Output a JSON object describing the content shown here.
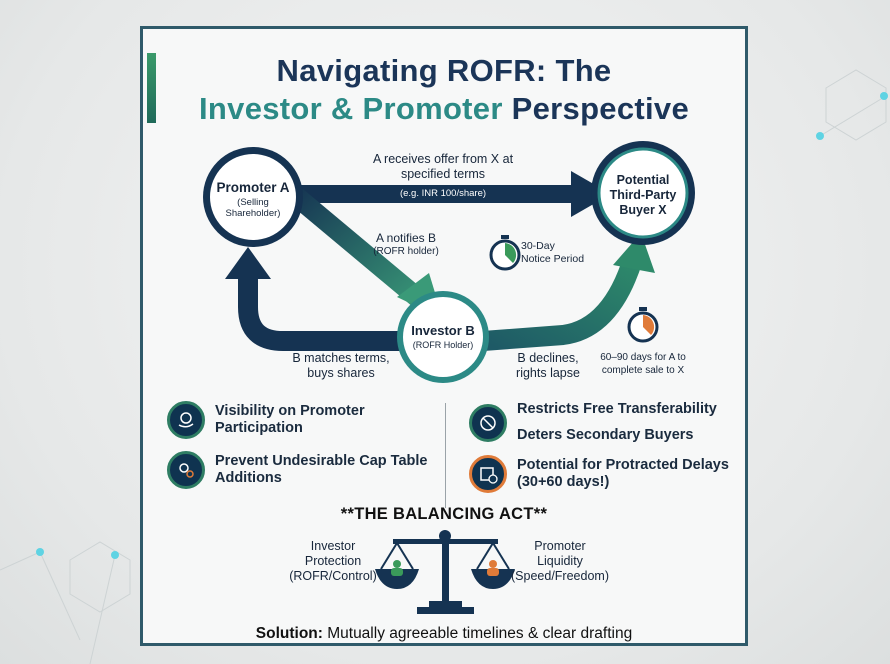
{
  "title": {
    "line1": "Navigating ROFR: The",
    "line2_teal": "Investor & Promoter",
    "line2_dark": "Perspective"
  },
  "nodes": {
    "promoter_a": {
      "name": "Promoter A",
      "sub1": "(Selling",
      "sub2": "Shareholder)"
    },
    "buyer_x": {
      "name1": "Potential",
      "name2": "Third-Party",
      "name3": "Buyer X"
    },
    "investor_b": {
      "name": "Investor B",
      "sub": "(ROFR Holder)"
    }
  },
  "flow_labels": {
    "offer_line1": "A receives offer from X at",
    "offer_line2": "specified terms",
    "offer_sub": "(e.g. INR 100/share)",
    "notify_line1": "A notifies B",
    "notify_sub": "(ROFR holder)",
    "notice_line1": "30-Day",
    "notice_line2": "Notice Period",
    "match_line1": "B matches terms,",
    "match_line2": "buys shares",
    "decline_line1": "B declines,",
    "decline_line2": "rights lapse",
    "complete_line1": "60–90 days for A to",
    "complete_line2": "complete sale to X"
  },
  "investor_pros": [
    {
      "icon": "coin-hand-icon",
      "line1": "Visibility on Promoter",
      "line2": "Participation"
    },
    {
      "icon": "gears-icon",
      "line1": "Prevent Undesirable Cap Table",
      "line2": "Additions"
    }
  ],
  "promoter_cons": [
    {
      "icon": "restricted-transfer-icon",
      "line1": "Restricts Free Transferability",
      "line2": "Deters Secondary Buyers"
    },
    {
      "icon": "calendar-clock-icon",
      "line1": "Potential for Protracted Delays",
      "line2": "(30+60 days!)"
    }
  ],
  "balancing": {
    "heading": "**THE BALANCING ACT**",
    "left_line1": "Investor",
    "left_line2": "Protection",
    "left_line3": "(ROFR/Control)",
    "right_line1": "Promoter",
    "right_line2": "Liquidity",
    "right_line3": "(Speed/Freedom)"
  },
  "solution": {
    "bold": "Solution:",
    "text": " Mutually agreeable timelines & clear drafting"
  },
  "colors": {
    "navy": "#153352",
    "teal": "#2c8a86",
    "green": "#3a9a5a",
    "orange": "#e07b39"
  }
}
